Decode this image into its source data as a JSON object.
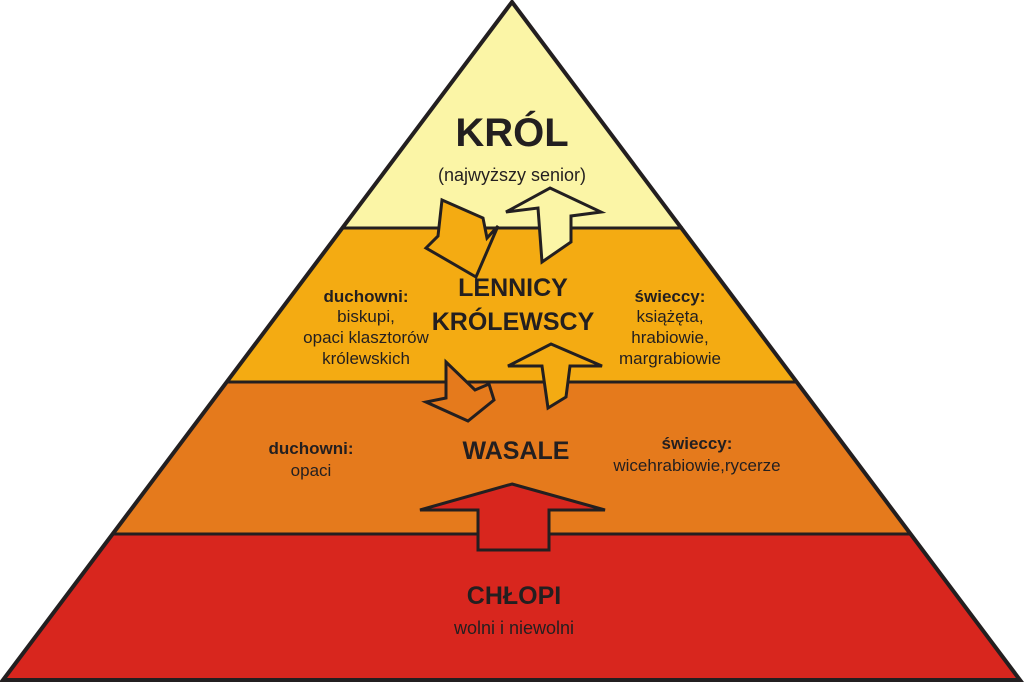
{
  "colors": {
    "king": "#fbf5a6",
    "royal_vassals": "#f4ab12",
    "vassals": "#e57a1c",
    "peasants": "#d8261e",
    "outline": "#231f20"
  },
  "king": {
    "title": "KRÓL",
    "subtitle": "(najwyższy senior)"
  },
  "royal_vassals": {
    "title_line1": "LENNICY",
    "title_line2": "KRÓLEWSCY",
    "clergy": {
      "heading": "duchowni:",
      "lines": [
        "biskupi,",
        "opaci klasztorów",
        "królewskich"
      ]
    },
    "secular": {
      "heading": "świeccy:",
      "lines": [
        "książęta,",
        "hrabiowie,",
        "margrabiowie"
      ]
    }
  },
  "vassals": {
    "title": "WASALE",
    "clergy": {
      "heading": "duchowni:",
      "lines": [
        "opaci"
      ]
    },
    "secular": {
      "heading": "świeccy:",
      "lines": [
        "wicehrabiowie,rycerze"
      ]
    }
  },
  "peasants": {
    "title": "CHŁOPI",
    "subtitle": "wolni i niewolni"
  },
  "arrows": [
    {
      "name": "arrow-down-king-to-royal-vassals",
      "direction": "down",
      "from": "king",
      "to": "royal_vassals"
    },
    {
      "name": "arrow-up-royal-vassals-to-king",
      "direction": "up",
      "from": "royal_vassals",
      "to": "king"
    },
    {
      "name": "arrow-down-royal-vassals-to-vassals",
      "direction": "down",
      "from": "royal_vassals",
      "to": "vassals"
    },
    {
      "name": "arrow-up-vassals-to-royal-vassals",
      "direction": "up",
      "from": "vassals",
      "to": "royal_vassals"
    },
    {
      "name": "arrow-up-peasants-to-vassals",
      "direction": "up",
      "from": "peasants",
      "to": "vassals"
    }
  ]
}
